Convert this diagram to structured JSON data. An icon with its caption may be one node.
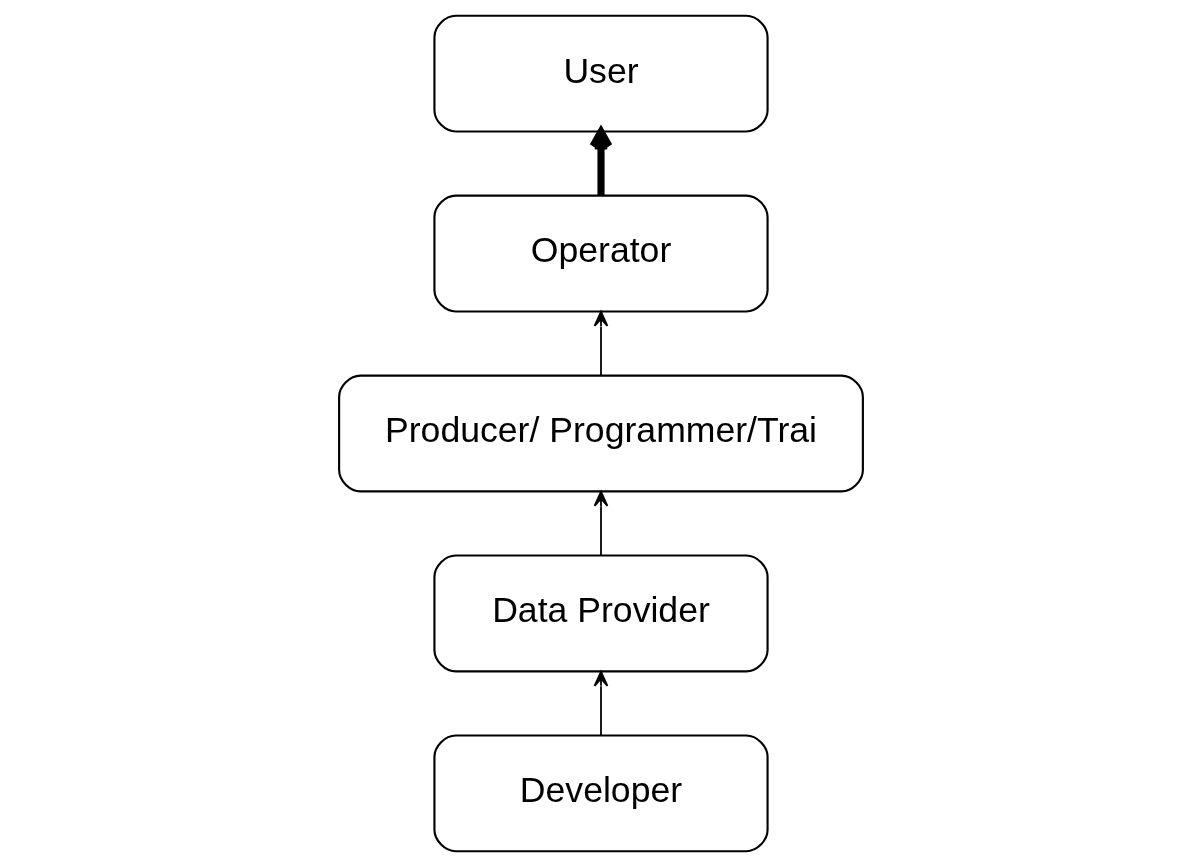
{
  "diagram": {
    "nodes": [
      {
        "text": [
          "Developer"
        ]
      },
      {
        "text": [
          "Data Provider"
        ]
      },
      {
        "text": [
          "Producer/ Programmer/Trai"
        ]
      },
      {
        "text": [
          "Operator"
        ]
      },
      {
        "text": [
          "User"
        ]
      }
    ],
    "edges": [
      {
        "from": 0,
        "to": 1,
        "arrow": "to"
      },
      {
        "from": 1,
        "to": 2,
        "arrow": "to"
      },
      {
        "from": 2,
        "to": 3,
        "arrow": "to"
      },
      {
        "from": 3,
        "to": 4,
        "arrow": "to",
        "style": "thick"
      }
    ]
  }
}
